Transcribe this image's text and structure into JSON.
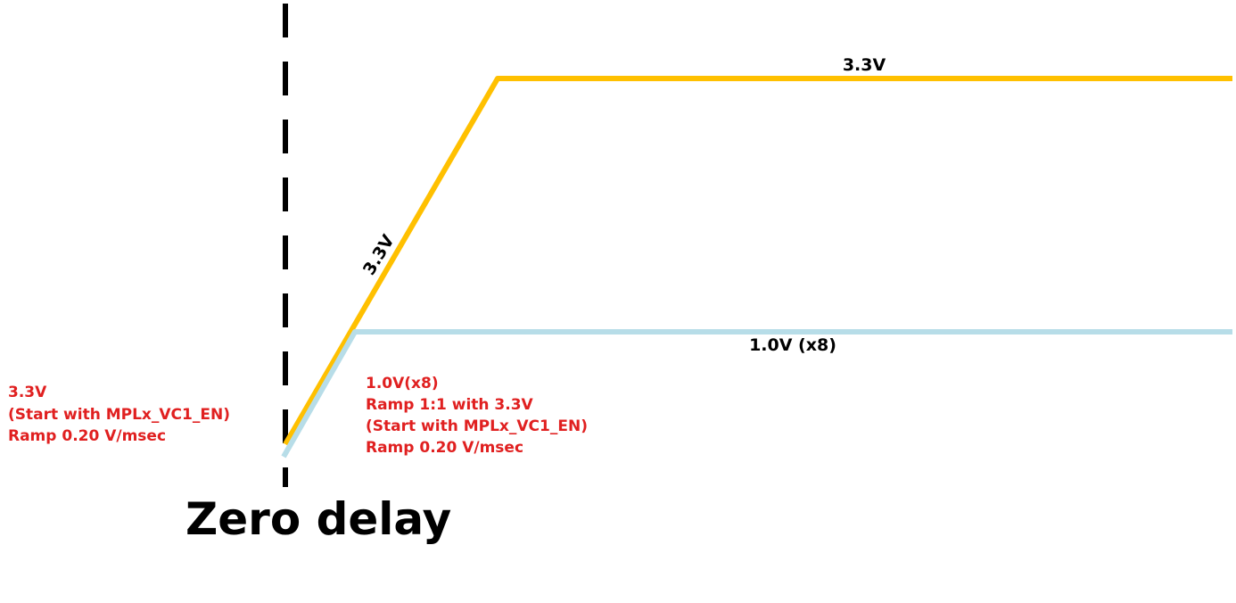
{
  "colors": {
    "rail_3v3": "#FFC000",
    "rail_1v0": "#B7DDE8",
    "marker": "#000000",
    "note_text": "#E02020",
    "label_text": "#000000"
  },
  "rails": {
    "rail_3v3": {
      "ramp_label": "3.3V",
      "steady_label": "3.3V",
      "note_lines": [
        "3.3V",
        "(Start with MPLx_VC1_EN)",
        "Ramp 0.20 V/msec"
      ]
    },
    "rail_1v0": {
      "steady_label": "1.0V (x8)",
      "note_lines": [
        "1.0V(x8)",
        "Ramp 1:1 with 3.3V",
        "(Start with MPLx_VC1_EN)",
        "Ramp 0.20 V/msec"
      ]
    }
  },
  "marker": {
    "caption": "Zero delay"
  }
}
